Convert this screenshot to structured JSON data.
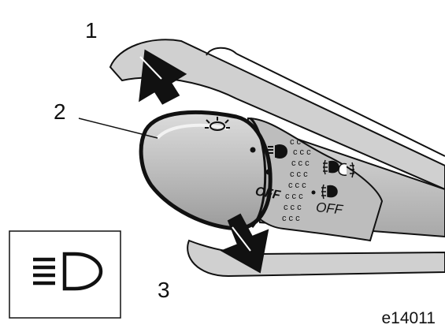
{
  "callouts": {
    "c1": "1",
    "c2": "2",
    "c3": "3"
  },
  "stalk_labels": {
    "off_front": "OFF",
    "off_rear": "OFF"
  },
  "icons": {
    "headlight_high_beam": "high-beam-headlight-icon",
    "headlight_dial": "headlight-icon",
    "light_symbol": "light-bulb-icon",
    "fog_front": "front-fog-icon",
    "fog_rear": "rear-fog-icon"
  },
  "colors": {
    "stalk_fill": "#bdbdbd",
    "stalk_shadow": "#9a9a9a",
    "stalk_highlight": "#e6e6e6",
    "outline": "#111111"
  },
  "figure_code": "e14011"
}
